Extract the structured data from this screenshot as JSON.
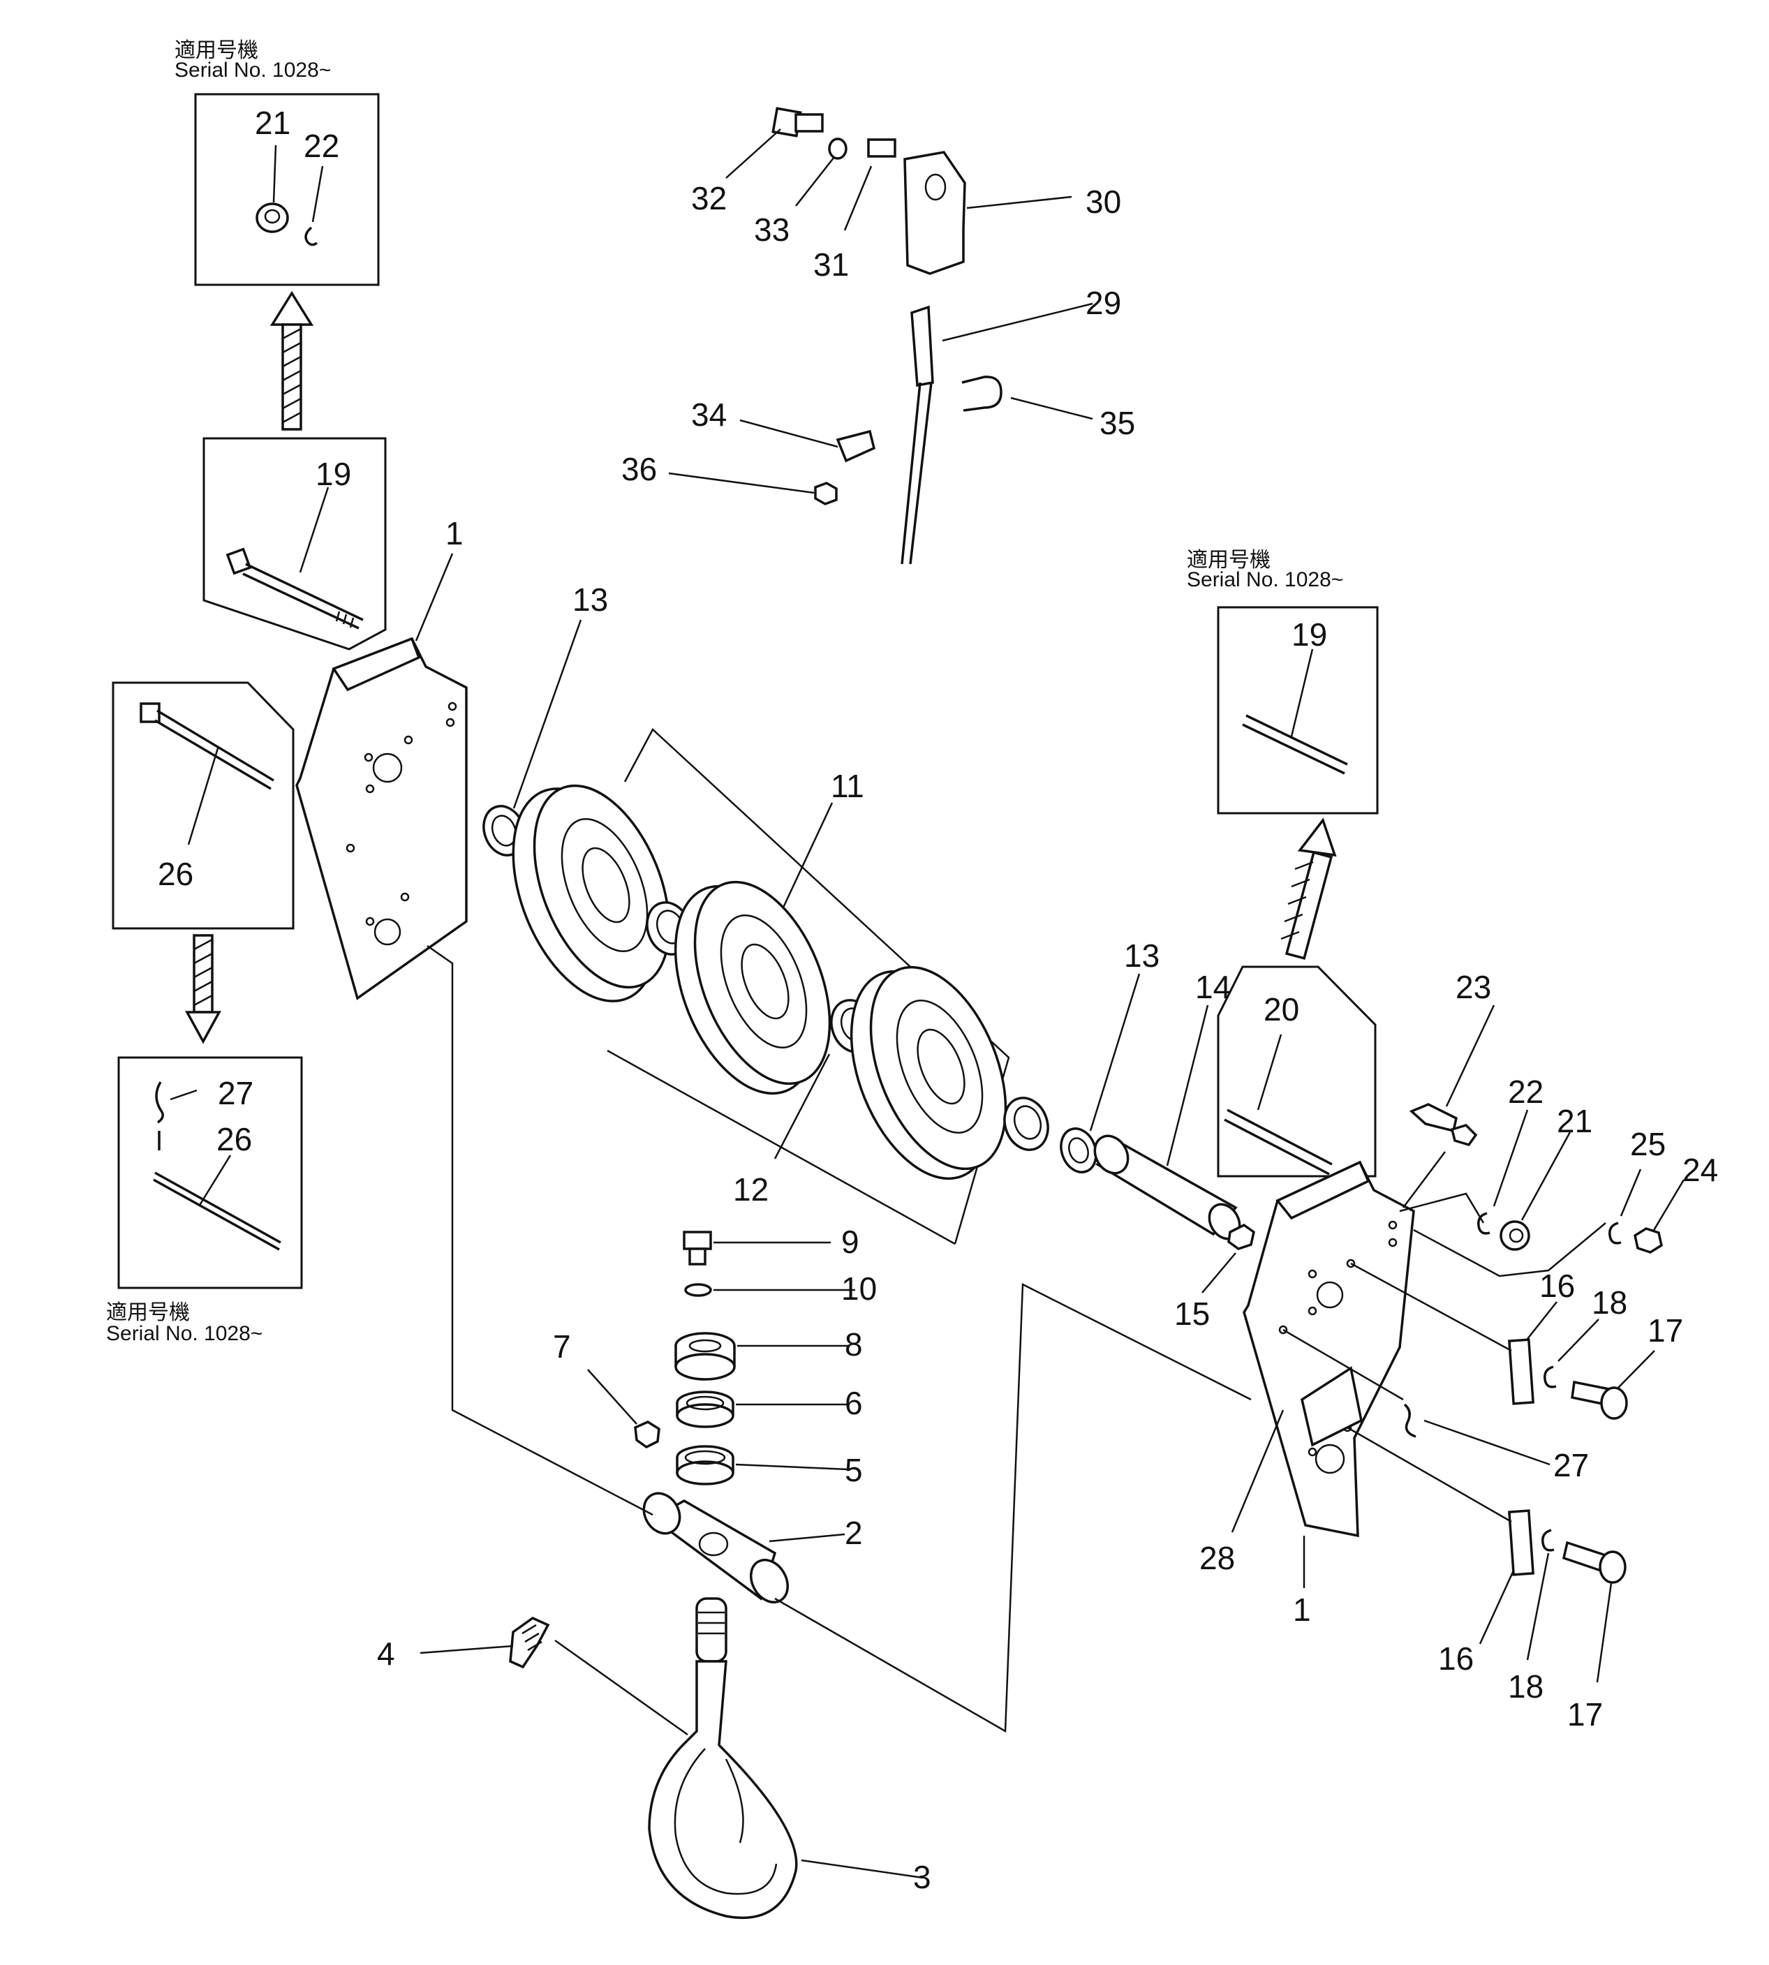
{
  "serial_note": {
    "jp": "適用号機",
    "serial": "Serial No. 1028~"
  },
  "part_numbers": [
    "1",
    "2",
    "3",
    "4",
    "5",
    "6",
    "7",
    "8",
    "9",
    "10",
    "11",
    "12",
    "13",
    "14",
    "15",
    "16",
    "17",
    "18",
    "19",
    "20",
    "21",
    "22",
    "23",
    "24",
    "25",
    "26",
    "27",
    "28",
    "29",
    "30",
    "31",
    "32",
    "33",
    "34",
    "35",
    "36"
  ]
}
